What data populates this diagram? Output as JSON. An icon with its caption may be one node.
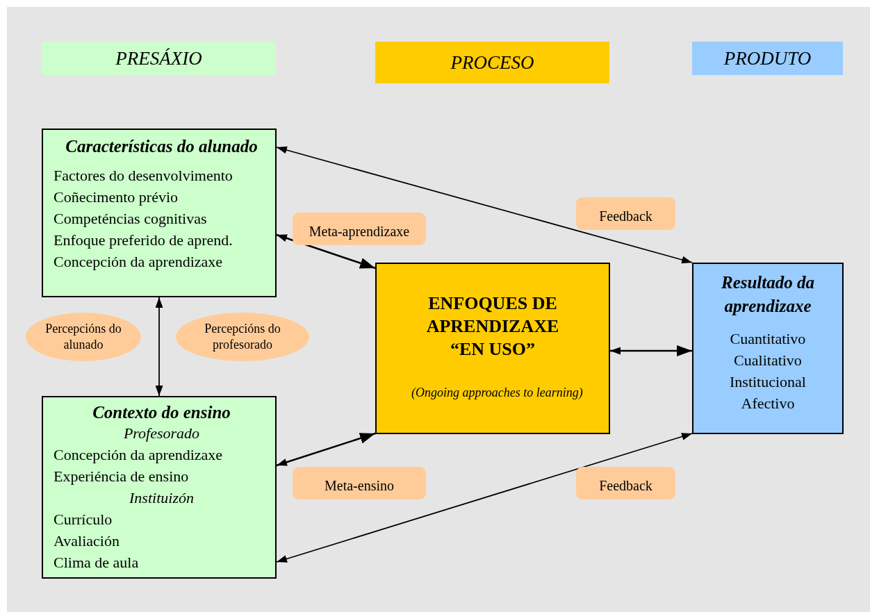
{
  "diagram": {
    "nodes": [
      {
        "text": [
          "PRESÁXIO"
        ]
      },
      {
        "text": [
          "PROCESO"
        ]
      },
      {
        "text": [
          "PRODUTO"
        ]
      },
      {
        "text": [
          "Características do alunado",
          "Factores do desenvolvimento",
          "Coñecimento prévio",
          "Competéncias cognitivas",
          "Enfoque preferido de aprend.",
          "Concepción da aprendizaxe"
        ]
      },
      {
        "text": [
          "Contexto do ensino",
          "Profesorado",
          "Concepción da aprendizaxe",
          "Experiéncia de ensino",
          "Instituizón",
          "Currículo",
          "Avaliación",
          "Clima de aula"
        ]
      },
      {
        "text": [
          "ENFOQUES DE APRENDIZAXE “EN USO”",
          "(Ongoing approaches to learning)"
        ]
      },
      {
        "text": [
          "Resultado da aprendizaxe",
          "Cuantitativo",
          "Cualitativo",
          "Institucional",
          "Afectivo"
        ]
      },
      {
        "text": [
          "Meta-aprendizaxe"
        ]
      },
      {
        "text": [
          "Feedback"
        ]
      },
      {
        "text": [
          "Percepcións do alunado"
        ]
      },
      {
        "text": [
          "Percepcións do profesorado"
        ]
      },
      {
        "text": [
          "Meta-ensino"
        ]
      },
      {
        "text": [
          "Feedback"
        ]
      }
    ],
    "edges": [
      {
        "from": 3,
        "to": 6,
        "arrow": "both"
      },
      {
        "from": 3,
        "to": 5,
        "arrow": "both"
      },
      {
        "from": 3,
        "to": 4,
        "arrow": "both"
      },
      {
        "from": 5,
        "to": 6,
        "arrow": "both"
      },
      {
        "from": 4,
        "to": 5,
        "arrow": "both"
      },
      {
        "from": 4,
        "to": 6,
        "arrow": "both"
      }
    ]
  }
}
